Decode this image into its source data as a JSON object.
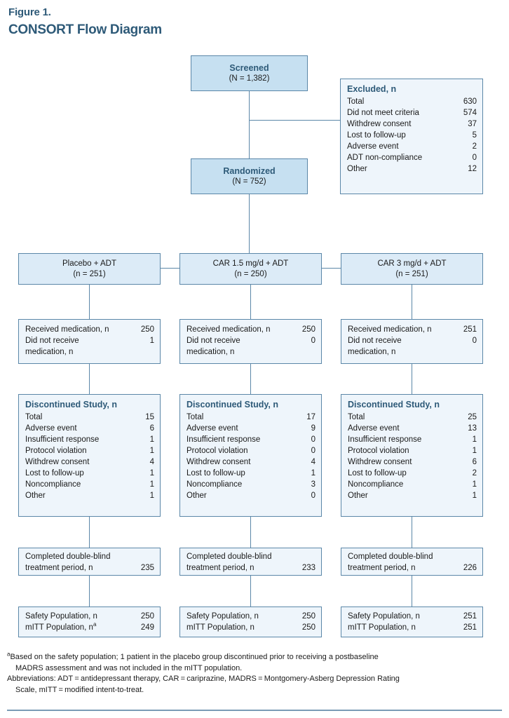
{
  "header": {
    "figure_number": "Figure 1.",
    "title": "CONSORT Flow Diagram"
  },
  "colors": {
    "title_blue": "#2e5a78",
    "box_border": "#5b87a8",
    "header_fill": "#c6e0f1",
    "arm_fill": "#dcebf7",
    "body_fill": "#eef5fb",
    "rule": "#7a9bb5"
  },
  "flow": {
    "screened": {
      "title": "Screened",
      "sub": "(N = 1,382)"
    },
    "randomized": {
      "title": "Randomized",
      "sub": "(N = 752)"
    },
    "excluded": {
      "title": "Excluded, n",
      "rows": [
        {
          "label": "Total",
          "value": "630"
        },
        {
          "label": "Did not meet criteria",
          "value": "574"
        },
        {
          "label": "Withdrew consent",
          "value": "37"
        },
        {
          "label": "Lost to follow-up",
          "value": "5"
        },
        {
          "label": "Adverse event",
          "value": "2"
        },
        {
          "label": "ADT non-compliance",
          "value": "0"
        },
        {
          "label": "Other",
          "value": "12"
        }
      ]
    },
    "arms": [
      {
        "title": "Placebo + ADT",
        "sub": "(n = 251)"
      },
      {
        "title": "CAR 1.5 mg/d + ADT",
        "sub": "(n = 250)"
      },
      {
        "title": "CAR 3 mg/d + ADT",
        "sub": "(n = 251)"
      }
    ],
    "medication": [
      {
        "received_label": "Received medication, n",
        "received_value": "250",
        "not_received_label_line1": "Did not receive",
        "not_received_label_line2": "medication, n",
        "not_received_value": "1"
      },
      {
        "received_label": "Received medication, n",
        "received_value": "250",
        "not_received_label_line1": "Did not receive",
        "not_received_label_line2": "medication, n",
        "not_received_value": "0"
      },
      {
        "received_label": "Received medication, n",
        "received_value": "251",
        "not_received_label_line1": "Did not receive",
        "not_received_label_line2": "medication, n",
        "not_received_value": "0"
      }
    ],
    "discontinued": [
      {
        "title": "Discontinued Study, n",
        "rows": [
          {
            "label": "Total",
            "value": "15"
          },
          {
            "label": "Adverse event",
            "value": "6"
          },
          {
            "label": "Insufficient response",
            "value": "1"
          },
          {
            "label": "Protocol violation",
            "value": "1"
          },
          {
            "label": "Withdrew consent",
            "value": "4"
          },
          {
            "label": "Lost to follow-up",
            "value": "1"
          },
          {
            "label": "Noncompliance",
            "value": "1"
          },
          {
            "label": "Other",
            "value": "1"
          }
        ]
      },
      {
        "title": "Discontinued Study, n",
        "rows": [
          {
            "label": "Total",
            "value": "17"
          },
          {
            "label": "Adverse event",
            "value": "9"
          },
          {
            "label": "Insufficient response",
            "value": "0"
          },
          {
            "label": "Protocol violation",
            "value": "0"
          },
          {
            "label": "Withdrew consent",
            "value": "4"
          },
          {
            "label": "Lost to follow-up",
            "value": "1"
          },
          {
            "label": "Noncompliance",
            "value": "3"
          },
          {
            "label": "Other",
            "value": "0"
          }
        ]
      },
      {
        "title": "Discontinued Study, n",
        "rows": [
          {
            "label": "Total",
            "value": "25"
          },
          {
            "label": "Adverse event",
            "value": "13"
          },
          {
            "label": "Insufficient response",
            "value": "1"
          },
          {
            "label": "Protocol violation",
            "value": "1"
          },
          {
            "label": "Withdrew consent",
            "value": "6"
          },
          {
            "label": "Lost to follow-up",
            "value": "2"
          },
          {
            "label": "Noncompliance",
            "value": "1"
          },
          {
            "label": "Other",
            "value": "1"
          }
        ]
      }
    ],
    "completed": [
      {
        "line1": "Completed double-blind",
        "line2": "treatment period, n",
        "value": "235"
      },
      {
        "line1": "Completed double-blind",
        "line2": "treatment period, n",
        "value": "233"
      },
      {
        "line1": "Completed double-blind",
        "line2": "treatment period, n",
        "value": "226"
      }
    ],
    "populations": [
      {
        "safety_label": "Safety Population, n",
        "safety_value": "250",
        "mitt_label": "mITT Population, n",
        "mitt_superscript": "a",
        "mitt_value": "249"
      },
      {
        "safety_label": "Safety Population, n",
        "safety_value": "250",
        "mitt_label": "mITT Population, n",
        "mitt_superscript": "",
        "mitt_value": "250"
      },
      {
        "safety_label": "Safety Population, n",
        "safety_value": "251",
        "mitt_label": "mITT Population, n",
        "mitt_superscript": "",
        "mitt_value": "251"
      }
    ]
  },
  "footnotes": {
    "marker_a": "a",
    "note_a_line1": "Based on the safety population; 1 patient in the placebo group discontinued prior to receiving a postbaseline",
    "note_a_line2": "MADRS assessment and was not included in the mITT population.",
    "abbrev_line1": "Abbreviations: ADT = antidepressant therapy, CAR = cariprazine, MADRS = Montgomery-Asberg Depression Rating",
    "abbrev_line2": "Scale, mITT = modified intent-to-treat."
  }
}
